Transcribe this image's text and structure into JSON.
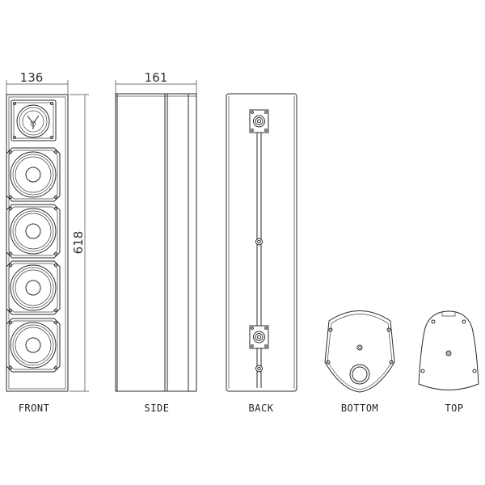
{
  "dimensions": {
    "front_width": "136",
    "front_height": "618",
    "side_depth": "161"
  },
  "views": {
    "front": "FRONT",
    "side": "SIDE",
    "back": "BACK",
    "bottom": "BOTTOM",
    "top": "TOP"
  }
}
